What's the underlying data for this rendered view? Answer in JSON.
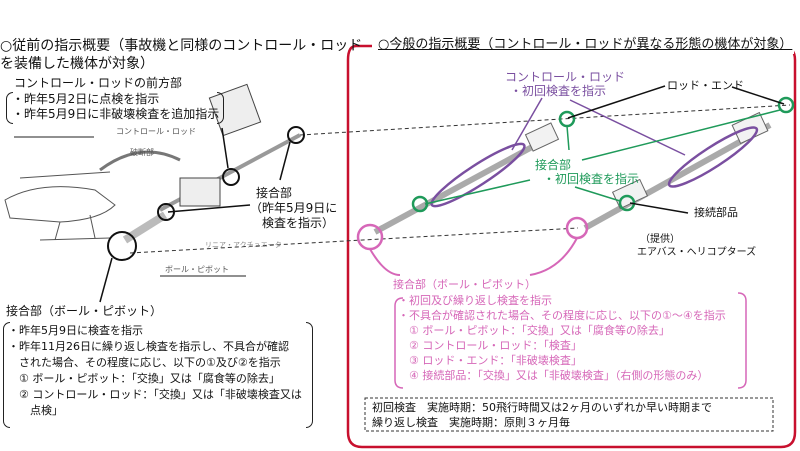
{
  "left": {
    "title_line1": "○従前の指示概要（事故機と同様のコントロール・ロッド",
    "title_line2": "を装備した機体が対象）",
    "front_heading": "コントロール・ロッドの前方部",
    "front_items": [
      "・昨年5月2日に点検を指示",
      "・昨年5月9日に非破壊検査を追加指示"
    ],
    "fig_labels": {
      "control_rod": "コントロール・ロッド",
      "fracture": "破断部",
      "ball_pivot": "ボール・ピボット",
      "actuator": "リニア・アクチュエータ"
    },
    "joint_label": "接合部",
    "joint_note1": "（昨年5月9日に",
    "joint_note2": "検査を指示）",
    "ball_heading": "接合部（ボール・ピボット）",
    "ball_items": [
      "・昨年5月9日に検査を指示",
      "・昨年11月26日に繰り返し検査を指示し、不具合が確認",
      "　された場合、その程度に応じ、以下の①及び②を指示",
      "　①  ボール・ピボット：「交換」又は「腐食等の除去」",
      "　②  コントロール・ロッド：「交換」又は「非破壊検査又は",
      "　　点検」"
    ]
  },
  "right": {
    "title": "○今般の指示概要（コントロール・ロッドが異なる形態の機体が対象）",
    "rod_label": "コントロール・ロッド",
    "rod_note": "・初回検査を指示",
    "rod_end_label": "ロッド・エンド",
    "joint_label": "接合部",
    "joint_note": "・初回検査を指示",
    "connector_label": "接続部品",
    "credit1": "（提供）",
    "credit2": "エアバス・ヘリコプターズ",
    "ball_heading": "接合部（ボール・ピボット）",
    "ball_items": [
      "・初回及び繰り返し検査を指示",
      "・不具合が確認された場合、その程度に応じ、以下の①～④を指示",
      "　① ボール・ピボット：「交換」又は「腐食等の除去」",
      "　② コントロール・ロッド：「検査」",
      "　③ ロッド・エンド：「非破壊検査」",
      "　④ 接続部品：「交換」又は「非破壊検査」（右側の形態のみ）"
    ],
    "schedule": [
      "初回検査　実施時期：50飛行時間又は2ヶ月のいずれか早い時期まで",
      "繰り返し検査　実施時期：原則３ヶ月毎"
    ]
  },
  "colors": {
    "frame": "#c8102e",
    "purple": "#7a4fa0",
    "green": "#1f9a5a",
    "pink": "#d667b8"
  }
}
